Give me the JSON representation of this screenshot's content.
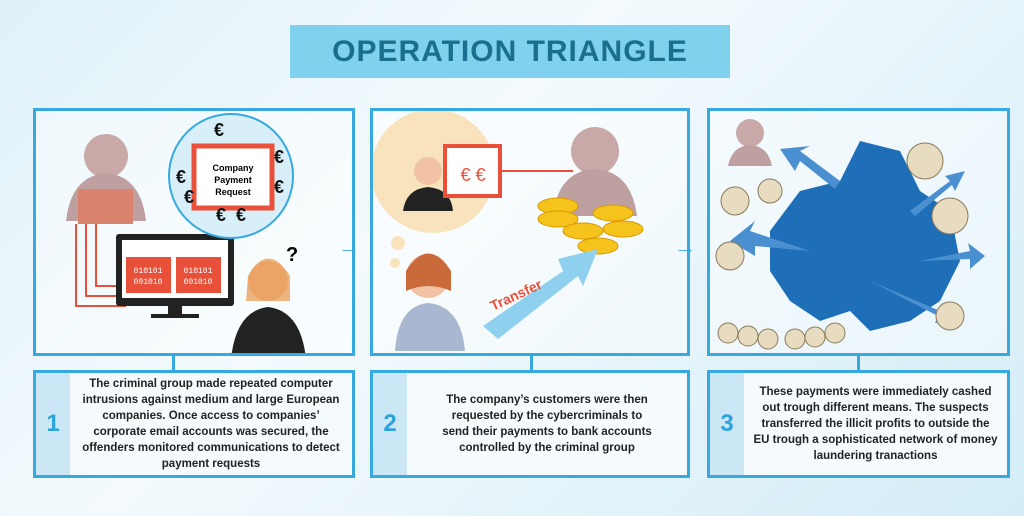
{
  "title": "OPERATION TRIANGLE",
  "panel1": {
    "popup": [
      "Company",
      "Payment",
      "Request"
    ],
    "code": [
      "010101",
      "001010"
    ],
    "question": "?",
    "euro": "€"
  },
  "panel2": {
    "euros": "€ €",
    "transfer": "Transfer"
  },
  "steps": [
    {
      "number": "1",
      "text": "The criminal group made repeated computer intrusions against medium and large European companies. Once access to companies’ corporate email accounts was secured, the offenders monitored communications to detect payment requests"
    },
    {
      "number": "2",
      "text": "The company’s customers were then requested by the cybercriminals to send their payments to bank accounts controlled by the criminal group"
    },
    {
      "number": "3",
      "text": "These payments were immediately cashed out trough different means. The suspects transferred the illicit profits to outside the EU trough a sophisticated network of money laundering tranactions"
    }
  ],
  "colors": {
    "accent": "#35a9e0",
    "title_bg": "#7fd1ee",
    "title_text": "#1b6f8e",
    "red": "#e8503a"
  }
}
